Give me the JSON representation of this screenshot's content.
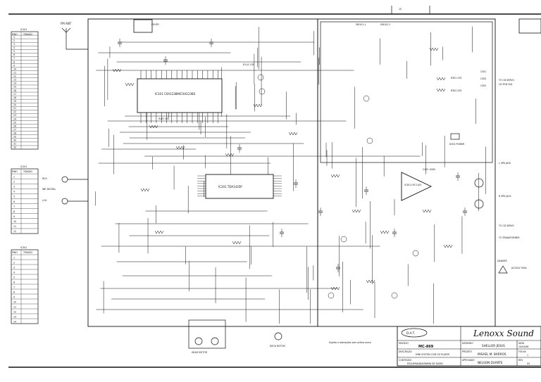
{
  "page_marker": "15",
  "side_tables": [
    {
      "title": "IC101",
      "header": [
        "PINO",
        "TENSÃO"
      ],
      "rows": 32
    },
    {
      "title": "IC201",
      "header": [
        "PINO",
        "TENSÃO"
      ],
      "rows": 12
    },
    {
      "title": "IC301",
      "header": [
        "PINO",
        "TENSÃO"
      ],
      "rows": 14
    }
  ],
  "inputs": {
    "antenna": "FM ANT",
    "rch": "RCH",
    "lch": "LCH",
    "in_label": "INP. DIGITAL"
  },
  "components": {
    "fm_ifr": "FM IFR",
    "ic101": "IC101 CXA1238M/CXA1238S",
    "ic201": "IC201 TDA1435P",
    "ic301": "IC301 LPC1103",
    "r114": "R114 178",
    "r107": "R107 470",
    "sw101": "SW101-1",
    "sw102": "SW102-1",
    "r301": "R301 47K",
    "r302": "R302 47K",
    "d301": "D301 POWER",
    "c301": "C301",
    "c302": "C302",
    "c303": "C303",
    "c202": "C202 100N"
  },
  "outputs": {
    "to_cd_servo": "TO CD SERVO",
    "cd_pcb": "CD PCB CN1",
    "l_spk": "L SPK JACK",
    "r_spk": "R SPK JACK",
    "to_cd_servo2": "TO CD SERVO",
    "ac_supply": "TO TRANSFORMER",
    "danger": "DANGER",
    "danger_note": "AC220V 50Hz",
    "head_motor": "HEAD MOTOR",
    "deck_motor": "DECK MOTOR",
    "notice": "Sujeito a alterações sem prévio aviso"
  },
  "title_block": {
    "logo": "D.A.T.",
    "brand": "Lenoxx Sound",
    "model_label": "MODELO",
    "model": "MC-869",
    "desc_label": "DESCRIÇÃO",
    "desc": "MINI SYSTEM COM CD PLAYER",
    "content_label": "CONTEÚDO",
    "content": "ESQUEMA/DIAGRAMA DE ÁUDIO",
    "drawn_label": "DESENHO",
    "drawn": "SHELLOR JESUS",
    "design_label": "PROJETO",
    "design": "MISAEL M. BARROS",
    "approved_label": "APROVADO",
    "approved": "NELSON DUARTE",
    "date_label": "DATA",
    "date": "10/04/96",
    "sheet_label": "FOLHA",
    "sheet": "1",
    "rev_label": "REV",
    "rev": "04"
  }
}
